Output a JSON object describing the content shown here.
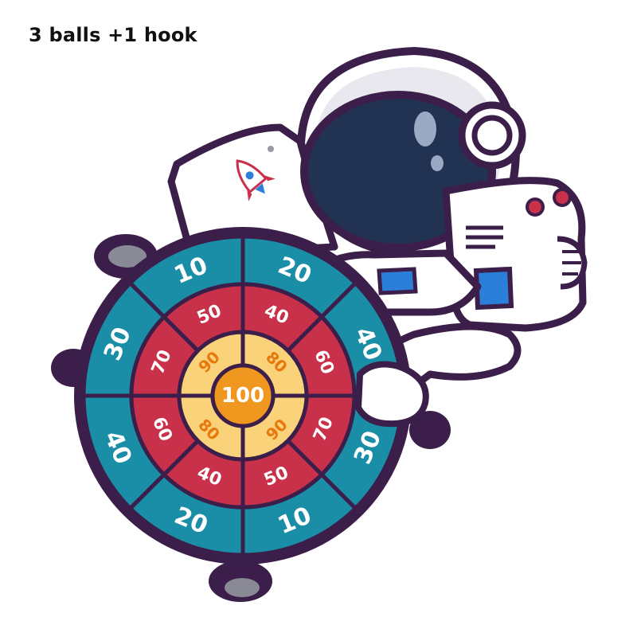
{
  "caption": "3 balls +1 hook",
  "colors": {
    "outline": "#3b1f4a",
    "outer_ring": "#1a8ea6",
    "middle_ring": "#c9304a",
    "inner_ring": "#fad27a",
    "bullseye": "#f0971f",
    "helmet_visor": "#223252",
    "suit": "#ffffff",
    "accent_blue": "#2b7fd8"
  },
  "dartboard": {
    "outer_ring_scores": [
      "10",
      "20",
      "40",
      "30",
      "10",
      "20",
      "40",
      "30"
    ],
    "middle_ring_scores": [
      "50",
      "40",
      "60",
      "70",
      "50",
      "40",
      "60",
      "70"
    ],
    "inner_ring_scores": [
      "90",
      "80",
      "90",
      "80"
    ],
    "bullseye": "100"
  },
  "icons": [
    "rocket-icon",
    "astronaut-figure",
    "dartboard-target"
  ]
}
